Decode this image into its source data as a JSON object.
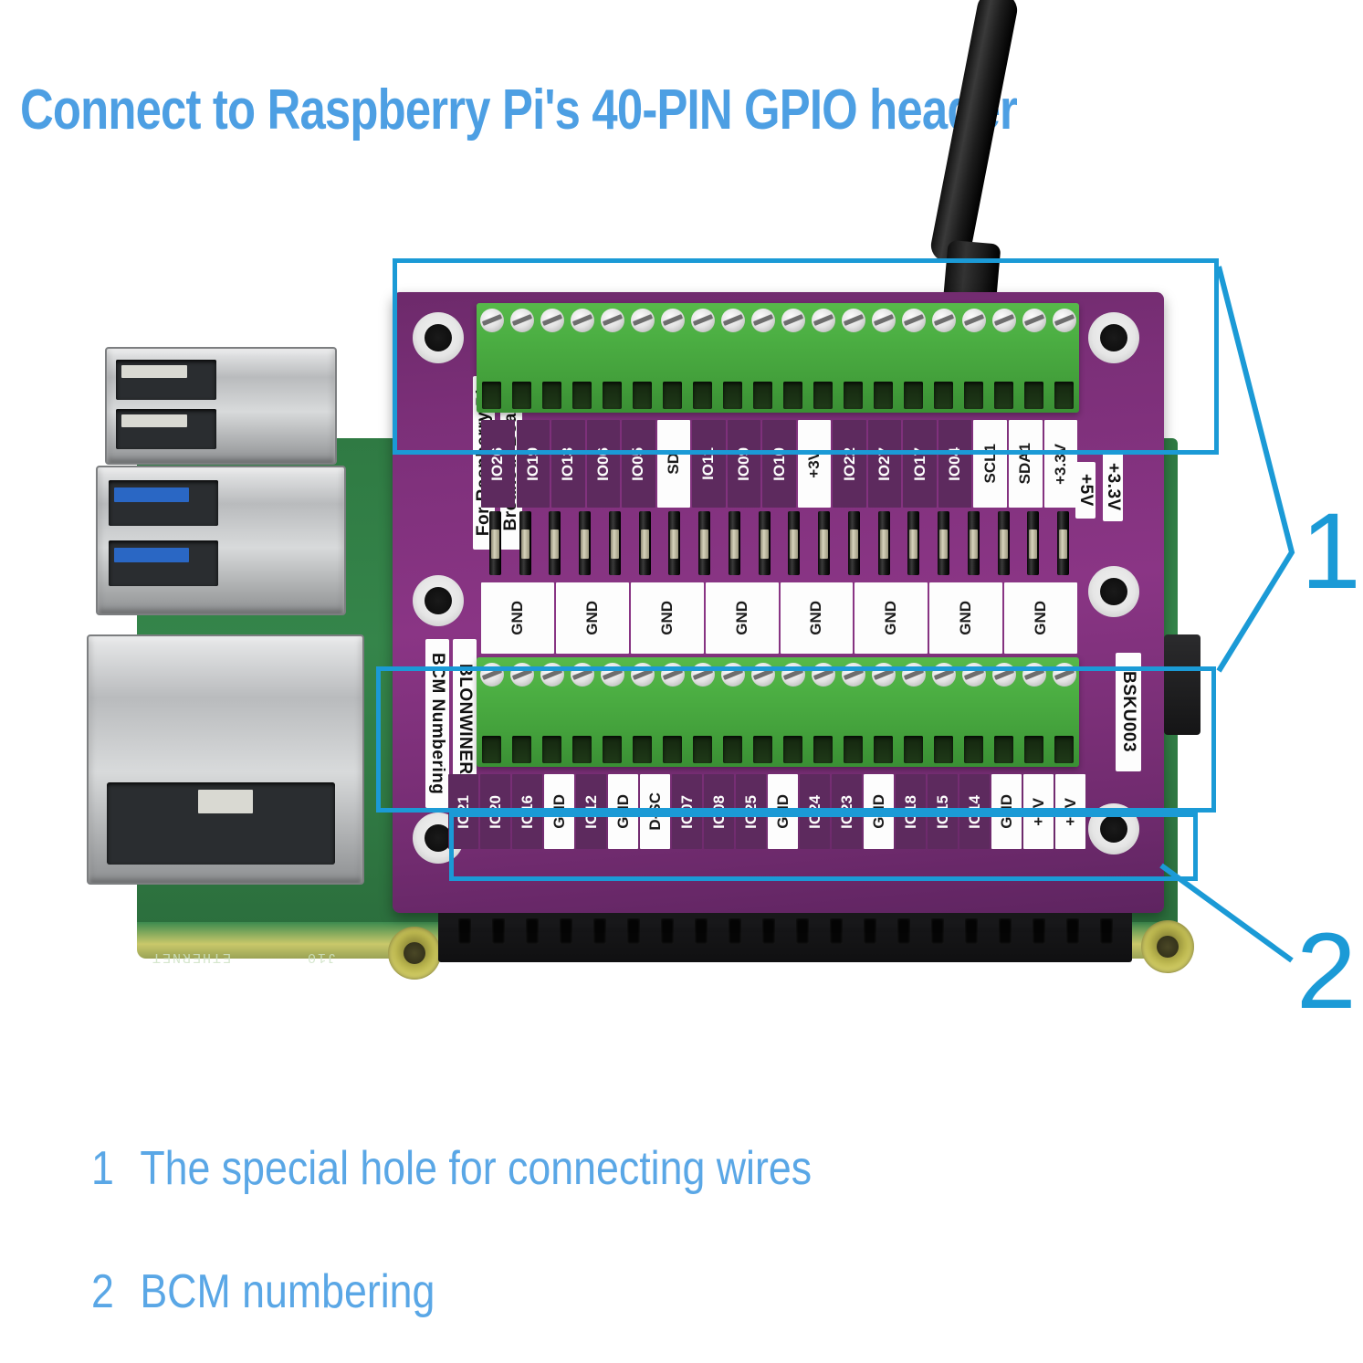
{
  "headline": "Connect to Raspberry Pi's 40-PIN GPIO header",
  "callouts": [
    {
      "num": "1",
      "text": "The special hole for connecting wires"
    },
    {
      "num": "2",
      "text": "BCM numbering"
    }
  ],
  "board": {
    "brand": "BLONWINER",
    "numbering_note": "BCM Numbering",
    "sku": "BSKU003",
    "silk_line1": "Breakout Board",
    "silk_line2": "For Raspberry Pi",
    "right_labels": [
      "+3.3V",
      "+5V"
    ]
  },
  "pi": {
    "silk_ethernet": "ETHERNET",
    "silk_j10": "J10"
  },
  "pins": {
    "top_row": [
      "IO26",
      "IO19",
      "IO13",
      "IO06",
      "IO05",
      "SD",
      "IO11",
      "IO09",
      "IO10",
      "+3V",
      "IO22",
      "IO27",
      "IO17",
      "IO04",
      "SCL1",
      "SDA1",
      "+3.3V"
    ],
    "top_row_small": [
      "GND",
      "GND",
      "GND",
      "GND",
      "GND",
      "GND",
      "GND",
      "GND"
    ],
    "bottom_row": [
      "IO21",
      "IO20",
      "IO16",
      "GND",
      "IO12",
      "GND",
      "D-SC",
      "IO07",
      "IO08",
      "IO25",
      "GND",
      "IO24",
      "IO23",
      "GND",
      "IO18",
      "IO15",
      "IO14",
      "GND",
      "+5V",
      "+5V"
    ],
    "mid_row": [
      "GND",
      "GND",
      "GND",
      "GND"
    ]
  },
  "colors": {
    "accent": "#1b9ad6",
    "headline": "#4d9fe3",
    "caption": "#5aa7e6",
    "pcb_purple": "#8a3585",
    "terminal_green": "#4caf43",
    "pi_green": "#35854a"
  }
}
